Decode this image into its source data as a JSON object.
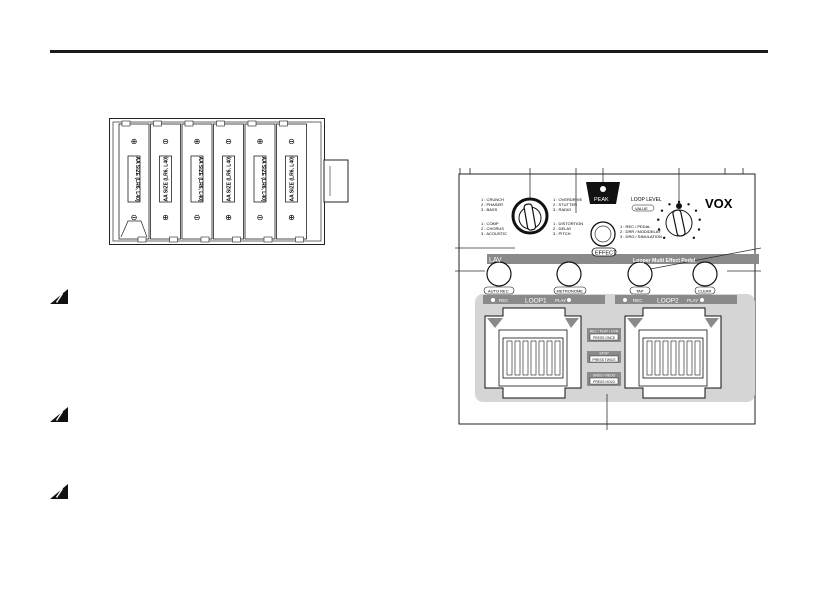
{
  "battery_holder": {
    "slot_label": "AA SIZE (LR6, L40)",
    "plus": "⊕",
    "minus": "⊖"
  },
  "pedal": {
    "brand": "VOX",
    "model_badge": "LAV",
    "subtitle": "Looper Multi Effect Pedal",
    "peak_label": "PEAK",
    "effect_label": "EFFECT",
    "loop_level_label": "LOOP LEVEL",
    "valus_label": "VALUE",
    "knob1_upper": [
      "1 : CRUNCH",
      "2 : PHASER",
      "3 : BASS"
    ],
    "knob1_lower": [
      "1 : COMP",
      "2 : CHORUS",
      "3 : ACOUSTIC"
    ],
    "knob2_upper": [
      "1 : OVERDRIVE",
      "2 : STUTTER",
      "3 : RADIO"
    ],
    "knob2_lower": [
      "1 : DISTORTION",
      "2 : DELAY",
      "3 : PITCH"
    ],
    "effect_modes": [
      "1 : REC / PEDAL",
      "2 : DRR / MOD/DELAY",
      "3 : DRG / SIMULATION"
    ],
    "buttons": {
      "auto_rec": "AUTO REC",
      "metronome": "METRONOME",
      "tap": "TAP",
      "clear": "CLEAR"
    },
    "loop1": {
      "rec": "REC",
      "name": "LOOP1",
      "play": "PLAY"
    },
    "loop2": {
      "rec": "REC",
      "name": "LOOP2",
      "play": "PLAY"
    },
    "center_panel": [
      {
        "title": "REC / PLAY / OVR",
        "action": "PRESS ONCE"
      },
      {
        "title": "STOP",
        "action": "PRESS TWICE"
      },
      {
        "title": "UNDO / REDO",
        "action": "PRESS HOLD"
      }
    ]
  }
}
